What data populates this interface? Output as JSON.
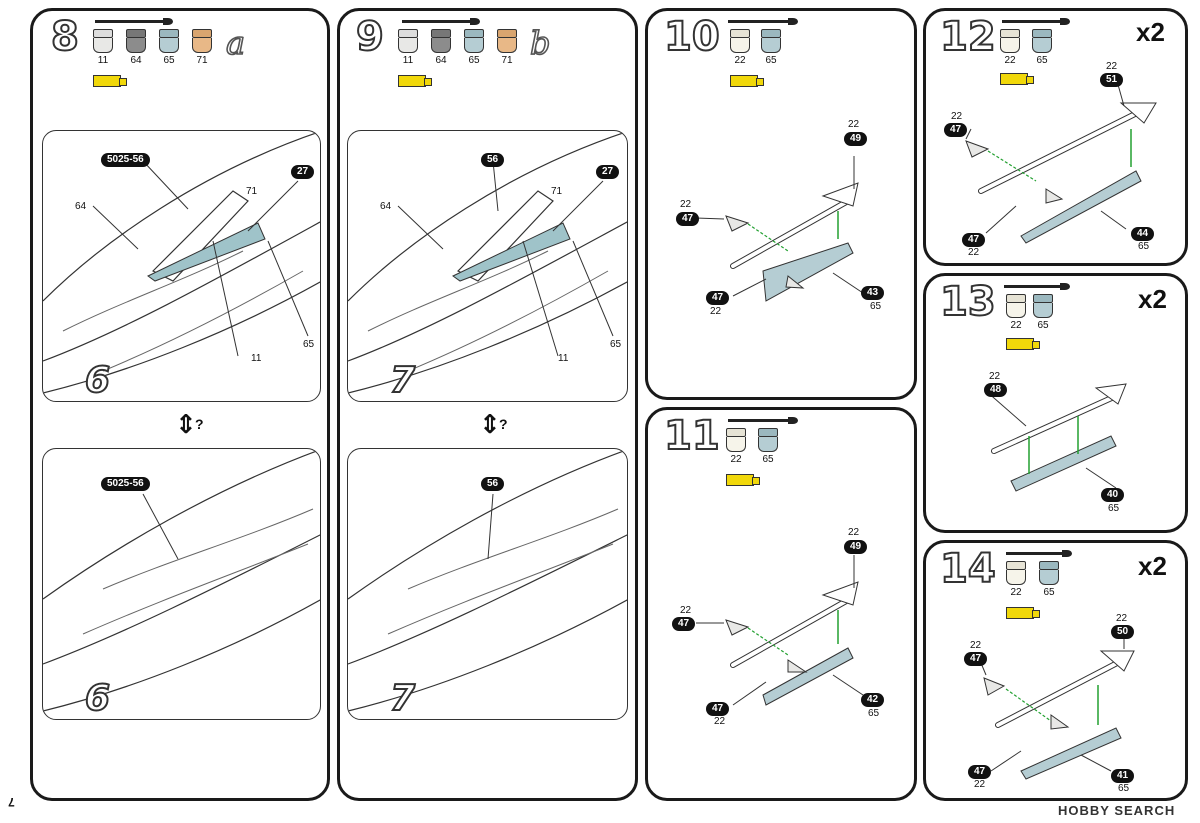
{
  "steps": {
    "s8": {
      "num": "8",
      "letter": "a",
      "paints": [
        "11",
        "64",
        "65",
        "71"
      ],
      "top_labels": {
        "part_main": "5025-56",
        "part_blue": "27",
        "c64": "64",
        "c71": "71",
        "c11": "11",
        "c65": "65",
        "ref": "6"
      },
      "bottom_labels": {
        "part_main": "5025-56",
        "ref": "6"
      },
      "question": "?"
    },
    "s9": {
      "num": "9",
      "letter": "b",
      "paints": [
        "11",
        "64",
        "65",
        "71"
      ],
      "top_labels": {
        "part_main": "56",
        "part_blue": "27",
        "c64": "64",
        "c71": "71",
        "c11": "11",
        "c65": "65",
        "ref": "7"
      },
      "bottom_labels": {
        "part_main": "56",
        "ref": "7"
      },
      "question": "?"
    },
    "s10": {
      "num": "10",
      "paints": [
        "22",
        "65"
      ],
      "labels": {
        "a_code": "22",
        "a_part": "49",
        "b_code": "22",
        "b_part": "47",
        "c_part": "47",
        "c_code": "22",
        "d_part": "43",
        "d_code": "65"
      }
    },
    "s11": {
      "num": "11",
      "paints": [
        "22",
        "65"
      ],
      "labels": {
        "a_code": "22",
        "a_part": "49",
        "b_code": "22",
        "b_part": "47",
        "c_part": "47",
        "c_code": "22",
        "d_part": "42",
        "d_code": "65"
      }
    },
    "s12": {
      "num": "12",
      "mult": "x2",
      "paints": [
        "22",
        "65"
      ],
      "labels": {
        "a_code": "22",
        "a_part": "51",
        "b_code": "22",
        "b_part": "47",
        "c_part": "47",
        "c_code": "22",
        "d_part": "44",
        "d_code": "65"
      }
    },
    "s13": {
      "num": "13",
      "mult": "x2",
      "paints": [
        "22",
        "65"
      ],
      "labels": {
        "a_code": "22",
        "a_part": "48",
        "d_part": "40",
        "d_code": "65"
      }
    },
    "s14": {
      "num": "14",
      "mult": "x2",
      "paints": [
        "22",
        "65"
      ],
      "labels": {
        "a_code": "22",
        "a_part": "50",
        "b_code": "22",
        "b_part": "47",
        "c_part": "47",
        "c_code": "22",
        "d_part": "41",
        "d_code": "65"
      }
    }
  },
  "paint_colors": {
    "11": "#e8e8e6",
    "64": "#8c8c8c",
    "65": "#b5cdd3",
    "71": "#e8b887",
    "22": "#f6f4ea"
  },
  "part_blue_color": "#9fc3c9",
  "page_number": "7",
  "watermark": "HOBBY SEARCH"
}
